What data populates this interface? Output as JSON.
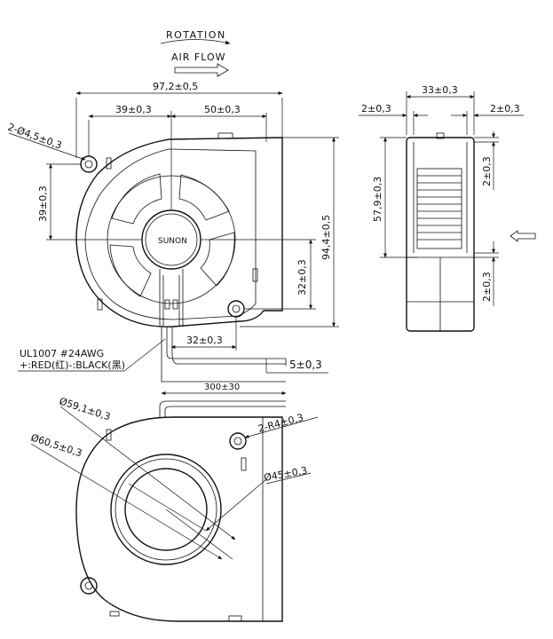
{
  "header": {
    "rotation_label": "ROTATION",
    "airflow_label": "AIR FLOW"
  },
  "front_view": {
    "dim_overall_width": "97,2±0,5",
    "dim_left_span": "39±0,3",
    "dim_right_span": "50±0,3",
    "dim_hole": "2-Ø4,5±0,3",
    "dim_left_vertical": "39±0,3",
    "dim_overall_height": "94,4±0,5",
    "dim_lower_right_vertical": "32±0,3",
    "dim_bottom_horizontal": "32±0,3",
    "hub_label": "SUNON",
    "wire_spec": "UL1007 #24AWG",
    "wire_colors": "+:RED(红)-:BLACK(黑)",
    "dim_wire_strip": "5±0,3",
    "dim_wire_length": "300±30"
  },
  "side_view": {
    "dim_width": "33±0,3",
    "dim_left_offset": "2±0,3",
    "dim_right_offset": "2±0,3",
    "dim_height": "57,9±0,3",
    "dim_upper_right": "2±0,3",
    "dim_lower_right": "2±0,3"
  },
  "rear_view": {
    "dim_diameter_outer": "Ø59,1±0,3",
    "dim_diameter_opening": "Ø60,5±0,3",
    "dim_radius": "2-R4±0,3",
    "dim_diameter_inner": "Ø45±0,3"
  },
  "colors": {
    "line": "#111111",
    "background": "#ffffff"
  }
}
